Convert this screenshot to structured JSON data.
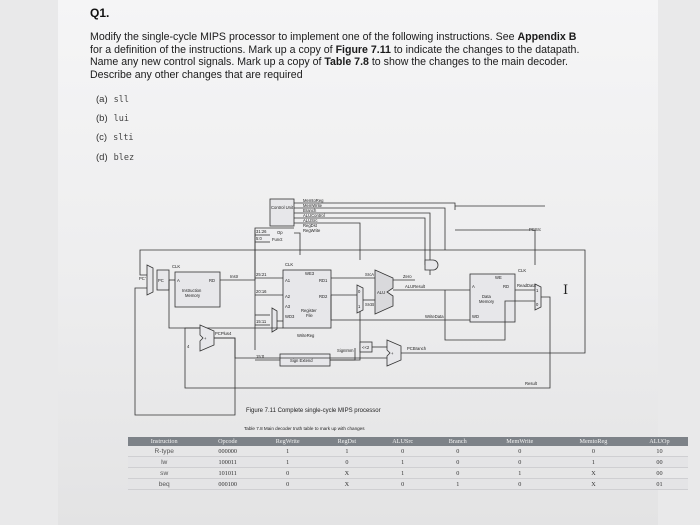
{
  "question": {
    "number": "Q1.",
    "prompt_segments": [
      "Modify the single-cycle MIPS processor to implement one of the following instructions. See ",
      "Appendix B",
      " for a definition of the instructions. Mark up a copy of ",
      "Figure 7.11",
      " to indicate the changes to the datapath. Name any new control signals. Mark up a copy of ",
      "Table 7.8",
      " to show the changes to the main decoder. Describe any other changes that are required"
    ],
    "choices": [
      {
        "label": "(a)",
        "code": "sll"
      },
      {
        "label": "(b)",
        "code": "lui"
      },
      {
        "label": "(c)",
        "code": "slti"
      },
      {
        "label": "(d)",
        "code": "blez"
      }
    ]
  },
  "figure": {
    "caption": "Figure 7.11  Complete single-cycle MIPS processor",
    "control_unit": "Control Unit",
    "control_signals": [
      "MemtoReg",
      "MemWrite",
      "Branch",
      "ALUControl",
      "ALUSrc",
      "RegDst",
      "RegWrite"
    ],
    "op_label": "Op",
    "funct_label": "Funct",
    "bits_31_26": "31:26",
    "bits_5_0": "5:0",
    "clk": "CLK",
    "pc_prime": "PC'",
    "pc": "PC",
    "instr_mem": [
      "Instruction",
      "Memory"
    ],
    "a_label": "A",
    "rd_label": "RD",
    "instr": "Instr",
    "rf_ports": [
      "A1",
      "A2",
      "A3",
      "WD3"
    ],
    "we3": "WE3",
    "rd1": "RD1",
    "rd2": "RD2",
    "register_file": [
      "Register",
      "File"
    ],
    "bits_25_21": "25:21",
    "bits_20_16": "20:16",
    "bits_15_11": "15:11",
    "bits_15_0": "15:0",
    "write_reg": "WriteReg",
    "sign_extend": "Sign Extend",
    "signimm": "SignImm",
    "srca": "SrcA",
    "srcb": "SrcB",
    "alu": "ALU",
    "zero": "Zero",
    "aluresult": "ALUResult",
    "writedata": "WriteData",
    "data_mem": [
      "Data",
      "Memory"
    ],
    "we": "WE",
    "readdata": "ReadData",
    "wd": "WD",
    "pcsrc": "PCSrc",
    "pcplus4": "PCPlus4",
    "pcbranch": "PCBranch",
    "result": "Result",
    "four": "4",
    "shift2": "<<2",
    "plus": "+",
    "mux0": "0",
    "mux1": "1"
  },
  "table": {
    "caption": "Table 7.8  Main decoder truth table to mark up with changes",
    "headers": [
      "Instruction",
      "Opcode",
      "RegWrite",
      "RegDst",
      "ALUSrc",
      "Branch",
      "MemWrite",
      "MemtoReg",
      "ALUOp"
    ],
    "rows": [
      [
        "R-type",
        "000000",
        "1",
        "1",
        "0",
        "0",
        "0",
        "0",
        "10"
      ],
      [
        "lw",
        "100011",
        "1",
        "0",
        "1",
        "0",
        "0",
        "1",
        "00"
      ],
      [
        "sw",
        "101011",
        "0",
        "X",
        "1",
        "0",
        "1",
        "X",
        "00"
      ],
      [
        "beq",
        "000100",
        "0",
        "X",
        "0",
        "1",
        "0",
        "X",
        "01"
      ]
    ]
  },
  "cursor_glyph": "I"
}
